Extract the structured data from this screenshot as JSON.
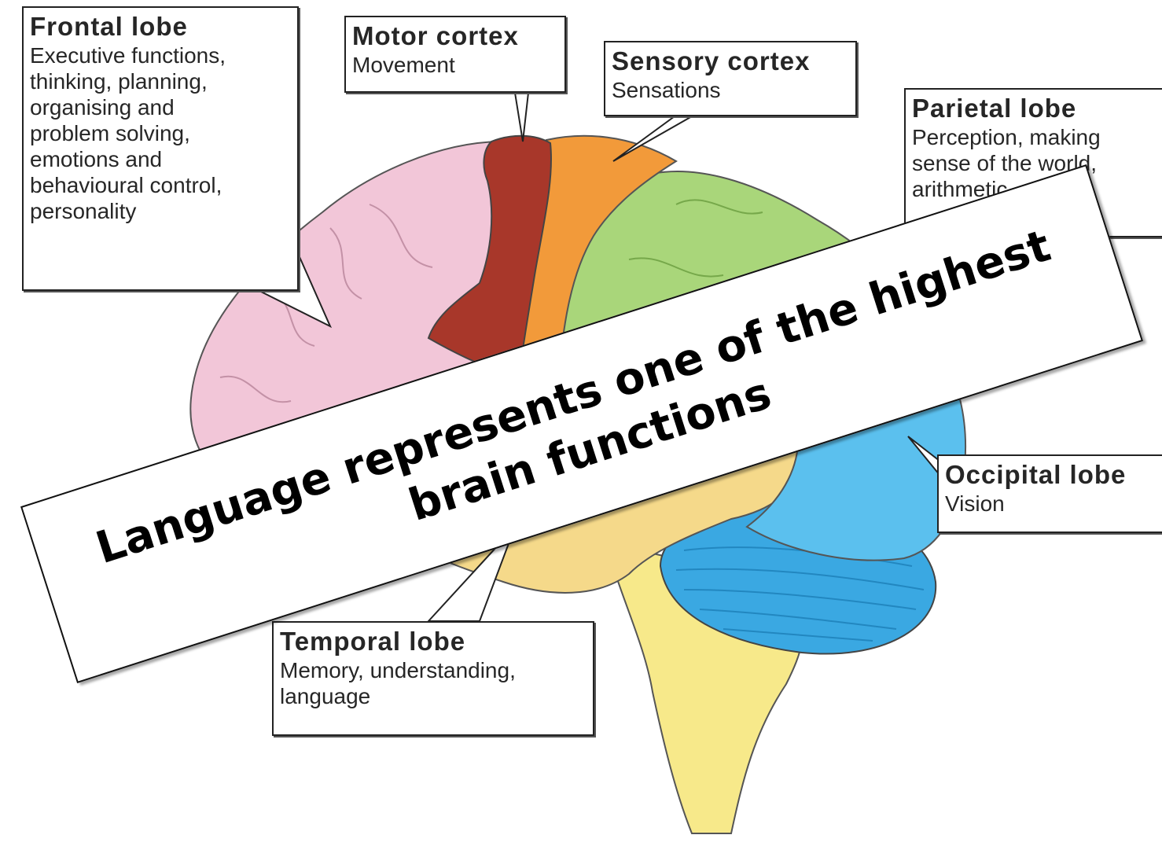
{
  "labels": {
    "frontal": {
      "title": "Frontal lobe",
      "desc": "Executive functions,\nthinking, planning,\norganising and\nproblem solving,\nemotions and\nbehavioural control,\npersonality"
    },
    "motor": {
      "title": "Motor cortex",
      "desc": "Movement"
    },
    "sensory": {
      "title": "Sensory cortex",
      "desc": "Sensations"
    },
    "parietal": {
      "title": "Parietal lobe",
      "desc": "Perception, making\nsense of the world,\narithmetic, spelling"
    },
    "occipital": {
      "title": "Occipital lobe",
      "desc": "Vision"
    },
    "temporal": {
      "title": "Temporal lobe",
      "desc": "Memory, understanding,\nlanguage"
    }
  },
  "banner": {
    "line1": "Language represents one of the highest",
    "line2": "brain functions"
  },
  "colors": {
    "frontal": "#f2c6d8",
    "motor": "#a8372a",
    "sensory": "#f29a3a",
    "parietal": "#a9d67a",
    "occipital": "#5bc0ee",
    "temporal": "#f5d98a",
    "cerebellum": "#3aa8e2",
    "brainstem": "#f7e98a"
  }
}
